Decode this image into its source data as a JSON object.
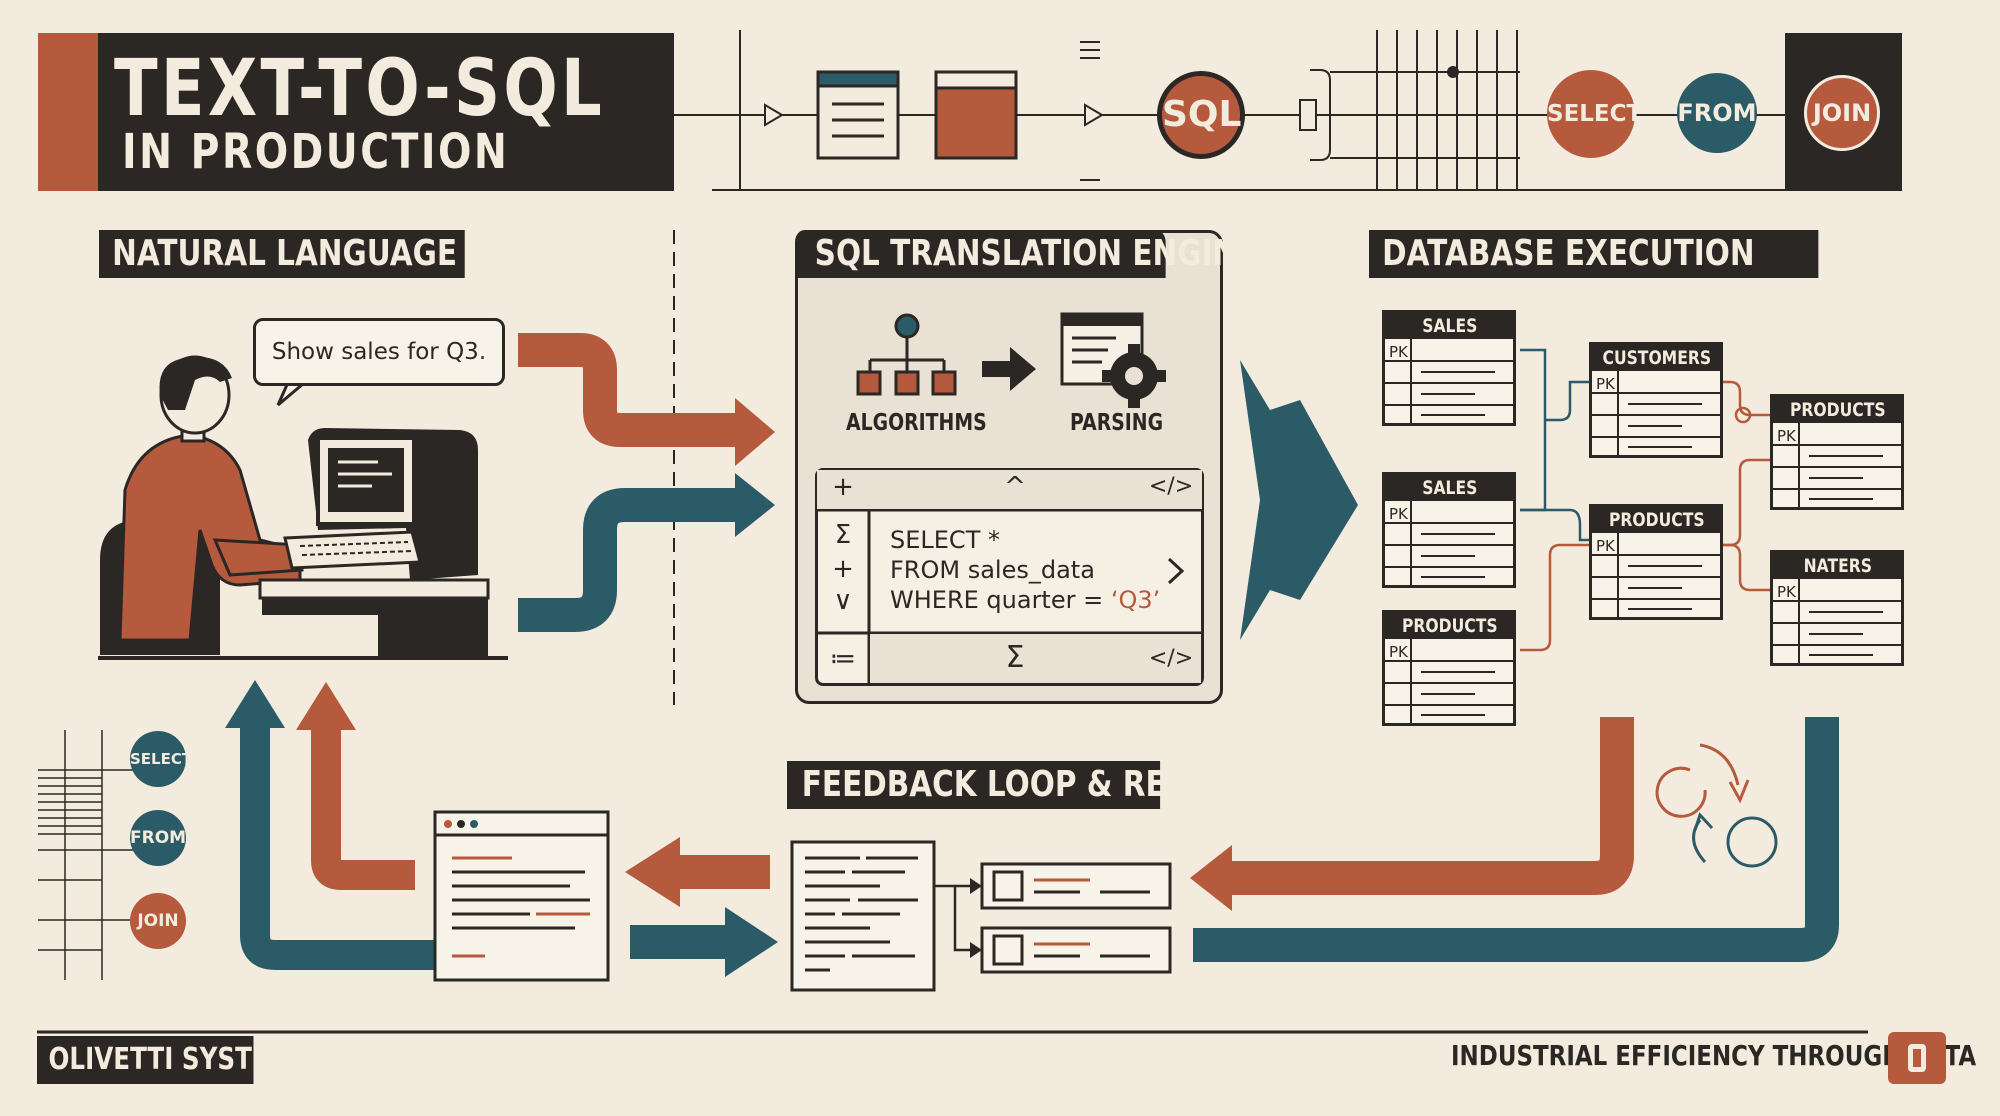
{
  "header": {
    "title_line1": "TEXT-TO-SQL",
    "title_line2": "IN PRODUCTION",
    "badges": [
      "SQL",
      "SELECT",
      "FROM",
      "JOIN"
    ]
  },
  "sections": {
    "natural_language_query": "NATURAL LANGUAGE QUERY",
    "sql_translation_engine": "SQL TRANSLATION ENGINE",
    "database_execution": "DATABASE EXECUTION",
    "feedback_loop": "FEEDBACK LOOP & RESULTS"
  },
  "query_bubble": "Show sales for Q3.",
  "engine": {
    "algorithms_label": "ALGORITHMS",
    "parsing_label": "PARSING",
    "toolbar_glyphs": [
      "+",
      "^",
      "</>"
    ],
    "side_glyphs": [
      "Σ",
      "+",
      "∨"
    ],
    "bottom_glyphs": [
      "≔",
      "Σ",
      "</>"
    ],
    "code": {
      "line1": "SELECT *",
      "line2": "FROM sales_data",
      "line3_prefix": "WHERE quarter = ",
      "line3_value": "‘Q3’"
    }
  },
  "tables": [
    {
      "name": "SALES",
      "pk": "PK"
    },
    {
      "name": "SALES",
      "pk": "PK"
    },
    {
      "name": "PRODUCTS",
      "pk": "PK"
    },
    {
      "name": "CUSTOMERS",
      "pk": "PK"
    },
    {
      "name": "PRODUCTS",
      "pk": "PK"
    },
    {
      "name": "PRODUCTS",
      "pk": "PK"
    },
    {
      "name": "NATERS",
      "pk": "PK"
    }
  ],
  "side_badges": [
    "SELECT",
    "FROM",
    "JOIN"
  ],
  "footer": {
    "left": "OLIVETTI SYSTEMS",
    "right": "INDUSTRIAL EFFICIENCY THROUGH DATA"
  },
  "colors": {
    "background": "#f3ebdd",
    "dark": "#2b2724",
    "rust": "#b55a3c",
    "teal": "#2b5b66"
  }
}
